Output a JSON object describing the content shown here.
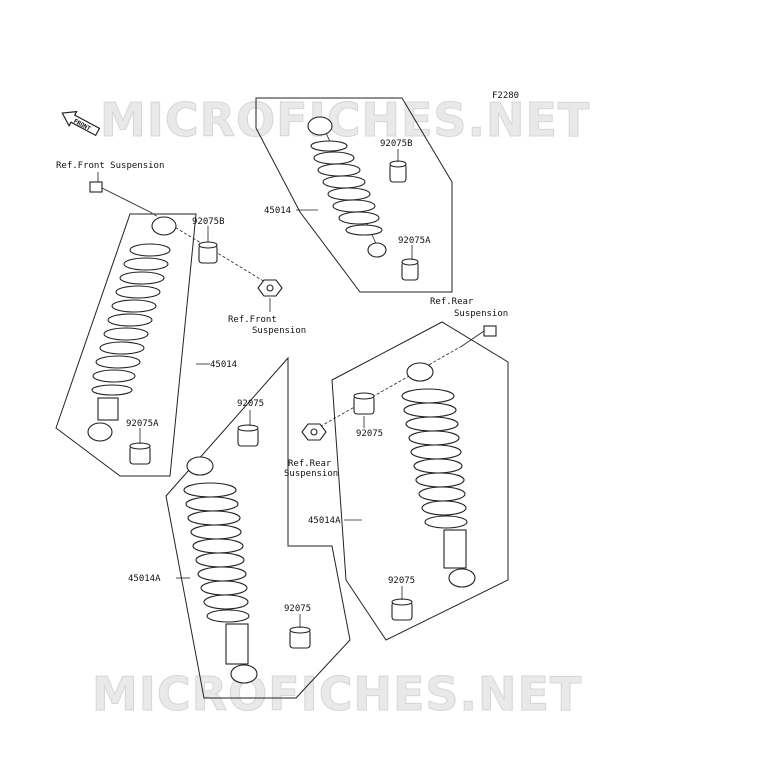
{
  "watermark": {
    "text": "MICROFICHES.NET"
  },
  "figure_code": "F2280",
  "front_arrow": {
    "label": "FRONT"
  },
  "labels": {
    "ref_front_1": "Ref.Front Suspension",
    "ref_front_2a": "Ref.Front",
    "ref_front_2b": "Suspension",
    "ref_rear_1a": "Ref.Rear",
    "ref_rear_1b": "Suspension",
    "ref_rear_2a": "Ref.Rear",
    "ref_rear_2b": "Suspension"
  },
  "parts": {
    "shock_top": "45014",
    "bushing_top_b": "92075B",
    "bushing_top_a": "92075A",
    "bushing_left_b": "92075B",
    "shock_left": "45014",
    "bushing_left_a": "92075A",
    "bushing_mid_top": "92075",
    "shock_mid": "45014A",
    "bushing_mid_bottom": "92075",
    "bushing_right_top": "92075",
    "shock_right": "45014A",
    "bushing_right_bottom": "92075"
  }
}
